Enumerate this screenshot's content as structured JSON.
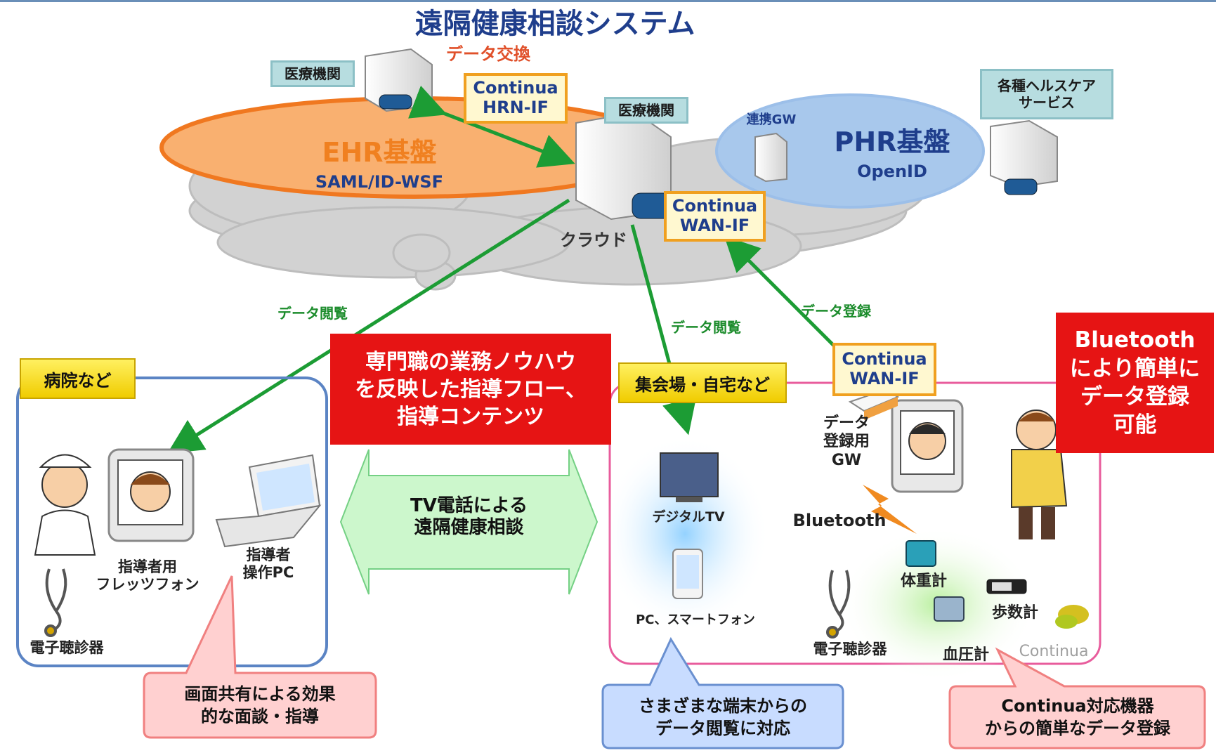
{
  "title": "遠隔健康相談システム",
  "top": {
    "data_exchange": "データ交換",
    "medical_institution_left": "医療機関",
    "medical_institution_center": "医療機関",
    "healthcare_services": "各種ヘルスケア\nサービス",
    "continua_hrn": "Continua\nHRN-IF",
    "continua_wan_cloud": "Continua\nWAN-IF",
    "ehr_title": "EHR基盤",
    "ehr_sub": "SAML/ID-WSF",
    "phr_title": "PHR基盤",
    "phr_sub": "OpenID",
    "link_gw": "連携GW",
    "cloud": "クラウド"
  },
  "arrows": {
    "view_left": "データ閲覧",
    "view_center": "データ閲覧",
    "register": "データ登録"
  },
  "center": {
    "knowhow": "専門職の業務ノウハウ\nを反映した指導フロー、\n指導コンテンツ",
    "tv_phone": "TV電話による\n遠隔健康相談"
  },
  "hospital": {
    "tag": "病院など",
    "instructor_phone": "指導者用\nフレッツフォン",
    "instructor_pc": "指導者\n操作PC",
    "stethoscope": "電子聴診器",
    "callout": "画面共有による効果\n的な面談・指導"
  },
  "home": {
    "tag": "集会場・自宅など",
    "continua_wan": "Continua\nWAN-IF",
    "gw": "データ\n登録用\nGW",
    "bluetooth": "Bluetooth",
    "digital_tv": "デジタルTV",
    "pc_smartphone": "PC、スマートフォン",
    "scale": "体重計",
    "pedometer": "歩数計",
    "bp_monitor": "血圧計",
    "stethoscope": "電子聴診器",
    "continua_logo": "Continua",
    "callout_devices": "さまざまな端末からの\nデータ閲覧に対応",
    "callout_continua": "Continua対応機器\nからの簡単なデータ登録"
  },
  "bluetooth_box": "Bluetooth\nにより簡単に\nデータ登録\n可能",
  "colors": {
    "ehr": "#f9a860",
    "phr": "#a8c8ec",
    "red": "#e61414",
    "green_arrow": "#1c9c34",
    "title": "#1f3e8c"
  }
}
